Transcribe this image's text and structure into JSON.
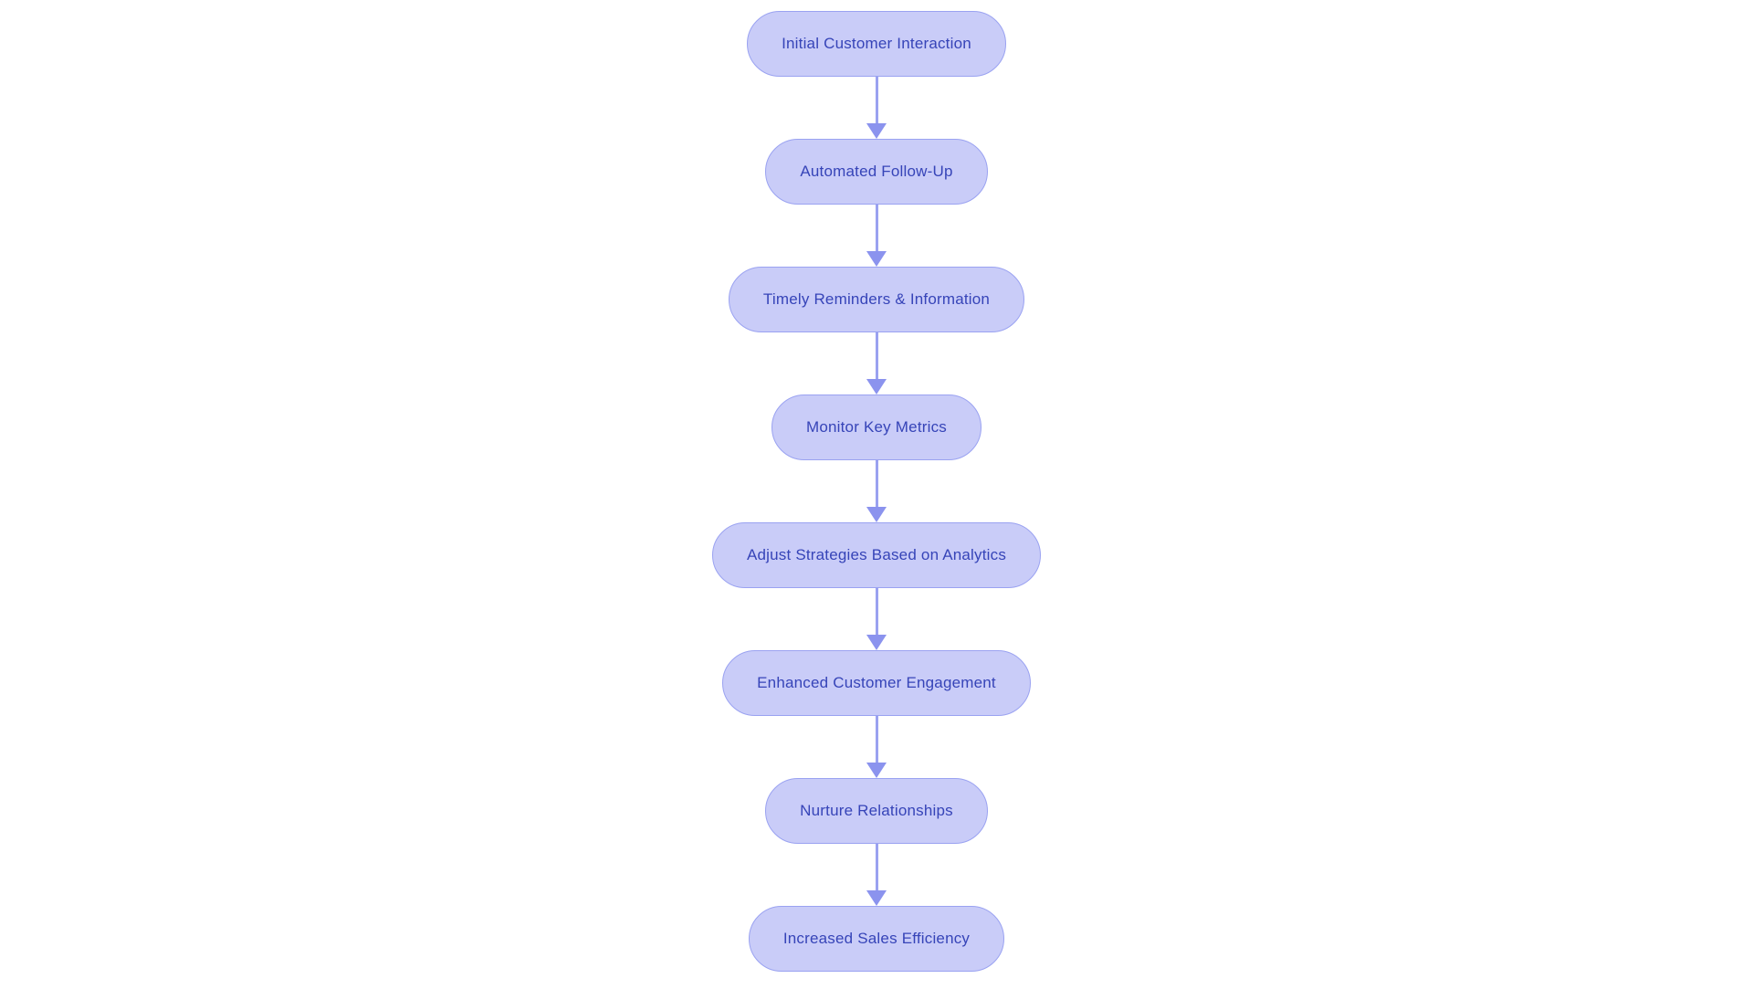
{
  "flowchart": {
    "type": "vertical-flowchart",
    "title": "",
    "nodes": [
      {
        "id": "node-1",
        "label": "Initial Customer Interaction"
      },
      {
        "id": "node-2",
        "label": "Automated Follow-Up"
      },
      {
        "id": "node-3",
        "label": "Timely Reminders & Information"
      },
      {
        "id": "node-4",
        "label": "Monitor Key Metrics"
      },
      {
        "id": "node-5",
        "label": "Adjust Strategies Based on Analytics"
      },
      {
        "id": "node-6",
        "label": "Enhanced Customer Engagement"
      },
      {
        "id": "node-7",
        "label": "Nurture Relationships"
      },
      {
        "id": "node-8",
        "label": "Increased Sales Efficiency"
      }
    ],
    "edges": [
      [
        "node-1",
        "node-2"
      ],
      [
        "node-2",
        "node-3"
      ],
      [
        "node-3",
        "node-4"
      ],
      [
        "node-4",
        "node-5"
      ],
      [
        "node-5",
        "node-6"
      ],
      [
        "node-6",
        "node-7"
      ],
      [
        "node-7",
        "node-8"
      ]
    ],
    "colors": {
      "background": "#ffffff",
      "node_fill": "#c9ccf8",
      "node_border": "#9aa2f1",
      "node_text": "#3644b8",
      "arrow_line": "#9aa1f0",
      "arrow_head": "#8b93ee"
    }
  }
}
